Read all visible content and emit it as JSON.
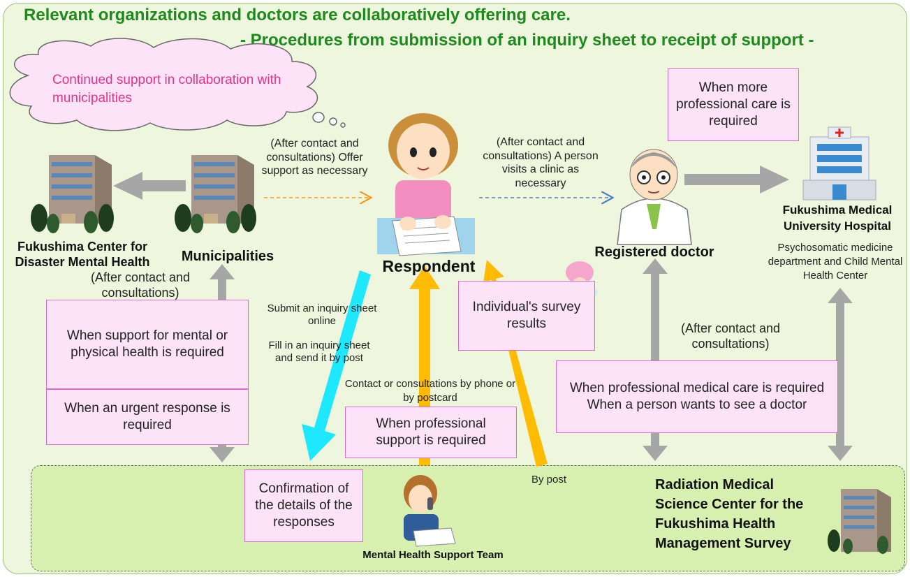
{
  "title_line1": "Relevant organizations and doctors are collaboratively offering care.",
  "title_line2": "- Procedures from submission of an inquiry sheet to receipt of support -",
  "cloud_text": "Continued support in collaboration with municipalities",
  "nodes": {
    "center": "Fukushima Center for Disaster Mental Health",
    "municipalities": "Municipalities",
    "respondent": "Respondent",
    "doctor": "Registered doctor",
    "hospital_name": "Fukushima Medical University Hospital",
    "hospital_dept": "Psychosomatic medicine department and Child Mental Health Center",
    "support_team": "Mental Health Support Team",
    "radiation_center": "Radiation Medical Science Center for the Fukushima Health Management Survey"
  },
  "boxes": {
    "more_care": "When more professional care is required",
    "support_health": "When support for mental or physical health is required",
    "urgent": "When an urgent response is required",
    "survey_results": "Individual's survey results",
    "professional_support": "When professional support is required",
    "medical_care": "When professional medical care is required When a person wants to see a doctor",
    "confirmation": "Confirmation of the details of the responses"
  },
  "labels": {
    "offer_support": "(After contact and consultations) Offer support as necessary",
    "visit_clinic": "(After contact and consultations) A person visits a clinic as necessary",
    "after_contact_left": "(After contact and consultations)",
    "after_contact_right": "(After contact and consultations)",
    "submit_online": "Submit an inquiry sheet online",
    "fill_post": "Fill in an inquiry sheet and send it by post",
    "contact_phone": "Contact or consultations by phone or by postcard",
    "by_post": "By post"
  },
  "colors": {
    "title_green": "#1d8a1d",
    "pink_text": "#e4318c",
    "cyan_arrow": "#1de8ff",
    "yellow_arrow": "#ffbb00",
    "gray_arrow": "#a6a6a6"
  }
}
